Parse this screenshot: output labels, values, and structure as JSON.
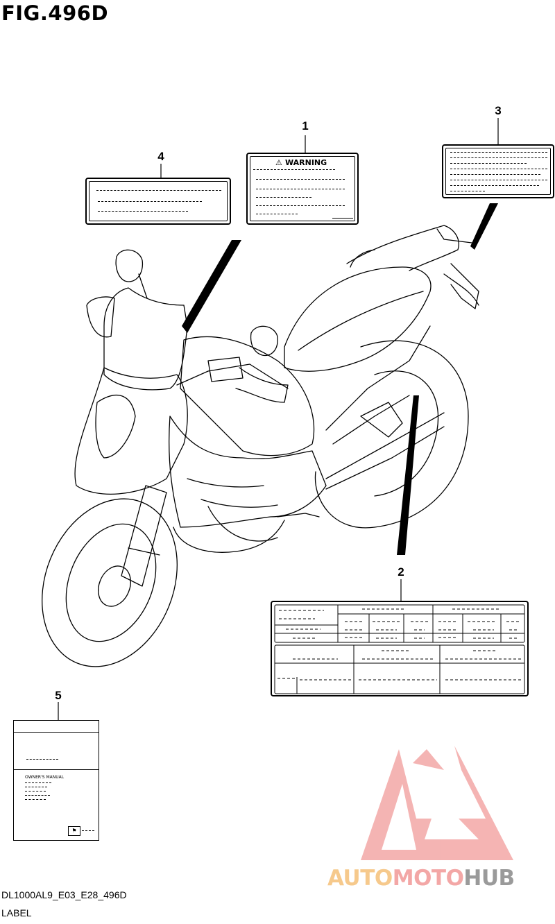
{
  "figure": {
    "title": "FIG.496D"
  },
  "callouts": [
    "1",
    "2",
    "3",
    "4",
    "5"
  ],
  "label1": {
    "heading": "WARNING",
    "icon": "warning-triangle-icon"
  },
  "label5": {
    "caption": "OWNER'S MANUAL",
    "icon": "manufacturer-logo-icon"
  },
  "footer": {
    "model_code": "DL1000AL9_E03_E28_496D",
    "caption": "LABEL"
  },
  "watermark": {
    "part1": "AUTO",
    "part2": "MOTO",
    "part3": "HUB",
    "colors": {
      "auto": "#f6c98c",
      "moto": "#f3a7a6",
      "hub": "#9a9a9a"
    }
  }
}
